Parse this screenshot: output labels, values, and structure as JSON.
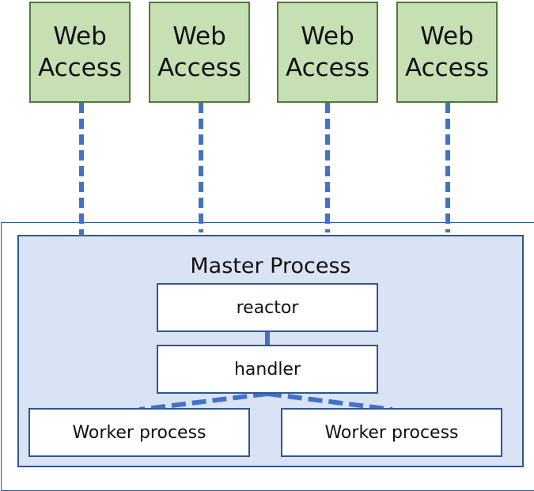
{
  "web_boxes": [
    {
      "line1": "Web",
      "line2": "Access"
    },
    {
      "line1": "Web",
      "line2": "Access"
    },
    {
      "line1": "Web",
      "line2": "Access"
    },
    {
      "line1": "Web",
      "line2": "Access"
    }
  ],
  "master": {
    "title": "Master Process",
    "reactor": "reactor",
    "handler": "handler",
    "workers": [
      "Worker process",
      "Worker process"
    ]
  },
  "colors": {
    "web_fill": "#c6e0b4",
    "web_border": "#4f7a36",
    "connector": "#4472c4",
    "master_fill": "#dae3f3",
    "box_border": "#2f5597"
  }
}
